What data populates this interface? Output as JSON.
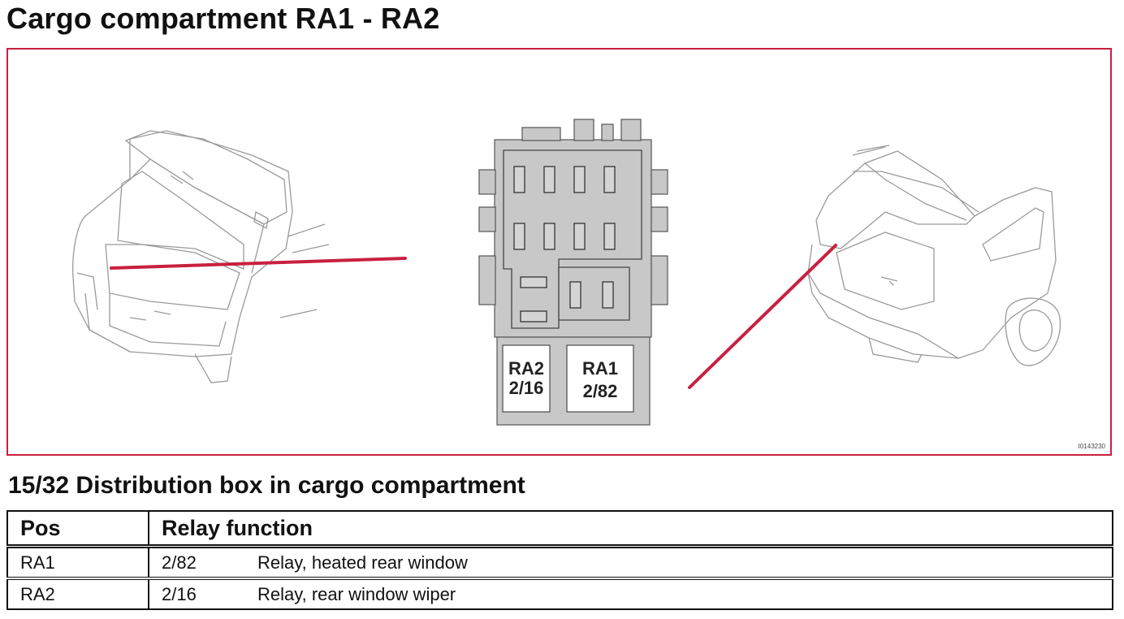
{
  "page": {
    "title": "Cargo compartment RA1 - RA2",
    "section_title": "15/32 Distribution box in cargo compartment"
  },
  "figure": {
    "image_id_text": "I0143230",
    "relays": [
      {
        "pos": "RA2",
        "code": "2/16"
      },
      {
        "pos": "RA1",
        "code": "2/82"
      }
    ],
    "pointer_color": "#c8203f"
  },
  "table": {
    "headers": {
      "pos": "Pos",
      "function": "Relay function"
    },
    "rows": [
      {
        "pos": "RA1",
        "code": "2/82",
        "function": "Relay, heated rear window"
      },
      {
        "pos": "RA2",
        "code": "2/16",
        "function": "Relay, rear window wiper"
      }
    ]
  }
}
